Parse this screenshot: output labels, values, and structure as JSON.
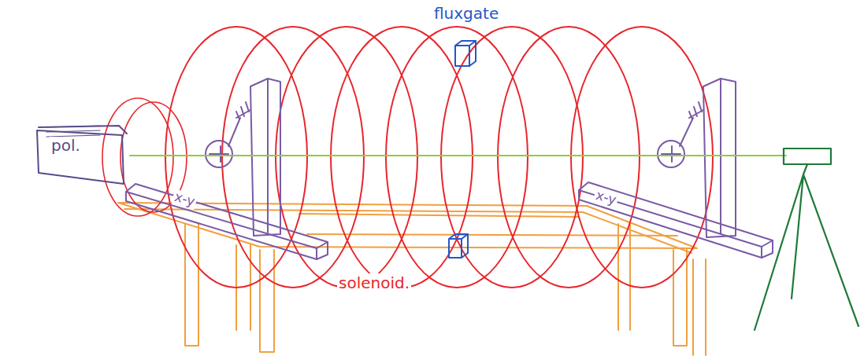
{
  "diagram": {
    "nodes": [
      {
        "text": [
          "pol."
        ]
      },
      {
        "text": [
          "fluxgate"
        ]
      },
      {
        "text": [
          "x-y"
        ]
      },
      {
        "text": [
          "x-y"
        ]
      }
    ],
    "labels": [
      "solenoid."
    ]
  }
}
